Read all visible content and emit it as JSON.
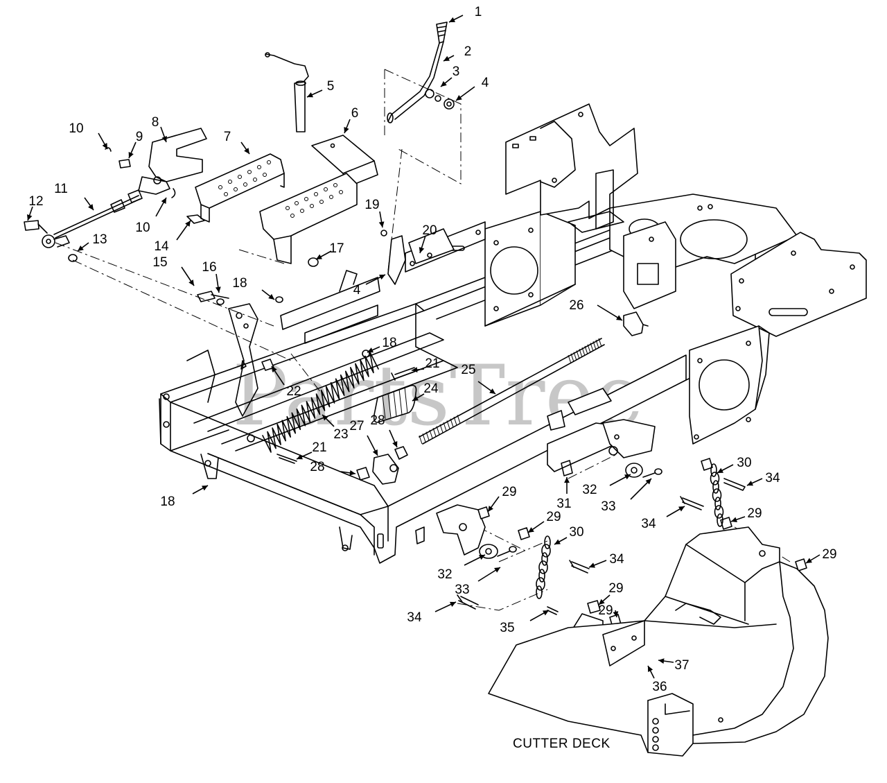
{
  "watermark": "PartsTree",
  "deck_label": "CUTTER DECK",
  "callouts": [
    {
      "id": "1",
      "text": "1"
    },
    {
      "id": "2",
      "text": "2"
    },
    {
      "id": "3",
      "text": "3"
    },
    {
      "id": "4a",
      "text": "4"
    },
    {
      "id": "5",
      "text": "5"
    },
    {
      "id": "6",
      "text": "6"
    },
    {
      "id": "7",
      "text": "7"
    },
    {
      "id": "8",
      "text": "8"
    },
    {
      "id": "9",
      "text": "9"
    },
    {
      "id": "10a",
      "text": "10"
    },
    {
      "id": "10b",
      "text": "10"
    },
    {
      "id": "11",
      "text": "11"
    },
    {
      "id": "12",
      "text": "12"
    },
    {
      "id": "13",
      "text": "13"
    },
    {
      "id": "14",
      "text": "14"
    },
    {
      "id": "15",
      "text": "15"
    },
    {
      "id": "16",
      "text": "16"
    },
    {
      "id": "17",
      "text": "17"
    },
    {
      "id": "18a",
      "text": "18"
    },
    {
      "id": "4b",
      "text": "4"
    },
    {
      "id": "19",
      "text": "19"
    },
    {
      "id": "20",
      "text": "20"
    },
    {
      "id": "26",
      "text": "26"
    },
    {
      "id": "18b",
      "text": "18"
    },
    {
      "id": "21a",
      "text": "21"
    },
    {
      "id": "25",
      "text": "25"
    },
    {
      "id": "22",
      "text": "22"
    },
    {
      "id": "24",
      "text": "24"
    },
    {
      "id": "28a",
      "text": "28"
    },
    {
      "id": "27",
      "text": "27"
    },
    {
      "id": "23",
      "text": "23"
    },
    {
      "id": "21b",
      "text": "21"
    },
    {
      "id": "28b",
      "text": "28"
    },
    {
      "id": "18c",
      "text": "18"
    },
    {
      "id": "29a",
      "text": "29"
    },
    {
      "id": "30a",
      "text": "30"
    },
    {
      "id": "34a",
      "text": "34"
    },
    {
      "id": "32a",
      "text": "32"
    },
    {
      "id": "31",
      "text": "31"
    },
    {
      "id": "33a",
      "text": "33"
    },
    {
      "id": "34b",
      "text": "34"
    },
    {
      "id": "29b",
      "text": "29"
    },
    {
      "id": "29c",
      "text": "29"
    },
    {
      "id": "29d",
      "text": "29"
    },
    {
      "id": "29e",
      "text": "29"
    },
    {
      "id": "30b",
      "text": "30"
    },
    {
      "id": "34c",
      "text": "34"
    },
    {
      "id": "32b",
      "text": "32"
    },
    {
      "id": "33b",
      "text": "33"
    },
    {
      "id": "29f",
      "text": "29"
    },
    {
      "id": "34d",
      "text": "34"
    },
    {
      "id": "35",
      "text": "35"
    },
    {
      "id": "37",
      "text": "37"
    },
    {
      "id": "36",
      "text": "36"
    }
  ]
}
